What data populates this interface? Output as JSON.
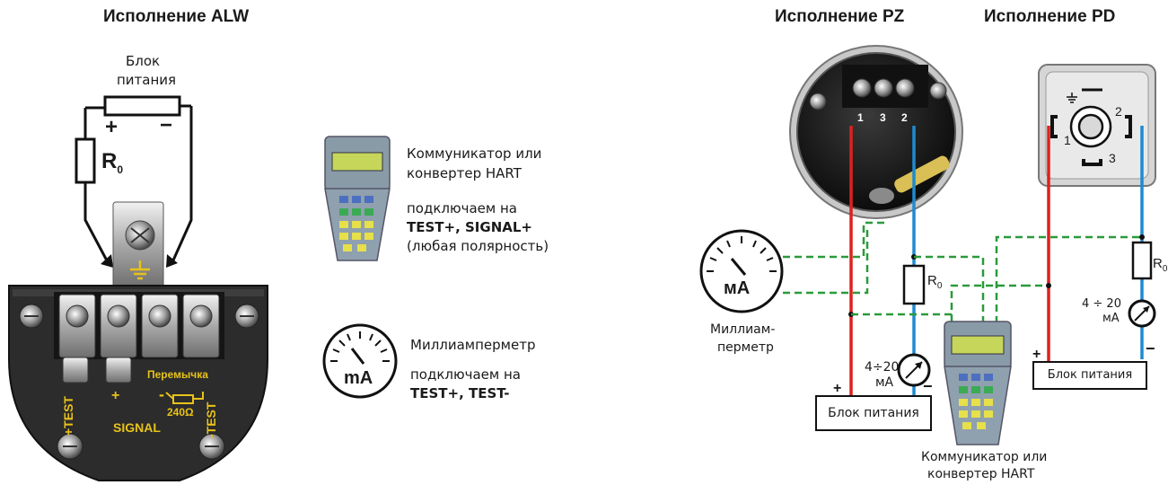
{
  "alw": {
    "title": "Исполнение ALW",
    "power_line1": "Блок",
    "power_line2": "питания",
    "plus": "+",
    "minus": "−",
    "resistor": "R",
    "resistor_sub": "0",
    "terminal_test_plus": "+TEST",
    "terminal_plus": "+",
    "terminal_minus": "-",
    "terminal_test_minus": "-TEST",
    "signal": "SIGNAL",
    "jumper": "Перемычка",
    "jumper_value": "240Ω"
  },
  "legend": {
    "communicator_line1": "Коммуникатор или",
    "communicator_line2": "конвертер HART",
    "connect1": "подключаем на",
    "connect1_bold": "TEST+, SIGNAL+",
    "connect1_note": "(любая полярность)",
    "ammeter_title": "Миллиамперметр",
    "connect2": "подключаем на",
    "connect2_bold": "TEST+, TEST-",
    "meter_unit": "mA"
  },
  "pz": {
    "title": "Исполнение PZ",
    "term1": "1",
    "term3": "3",
    "term2": "2",
    "meter_unit": "мА",
    "meter_label1": "Миллиам-",
    "meter_label2": "перметр",
    "resistor": "R",
    "resistor_sub": "0",
    "current_line1": "4÷20",
    "current_line2": "мА",
    "power": "Блок питания",
    "plus": "+",
    "minus": "−",
    "communicator_line1": "Коммуникатор или",
    "communicator_line2": "конвертер HART"
  },
  "pd": {
    "title": "Исполнение PD",
    "pin1": "1",
    "pin2": "2",
    "pin3": "3",
    "resistor": "R",
    "resistor_sub": "0",
    "current_line1": "4 ÷ 20",
    "current_line2": "мА",
    "power": "Блок питания",
    "plus": "+",
    "minus": "−"
  },
  "colors": {
    "red_wire": "#e0201c",
    "blue_wire": "#1e8ad0",
    "green_dash": "#2a9a3a",
    "label_yellow": "#e8c21a"
  }
}
